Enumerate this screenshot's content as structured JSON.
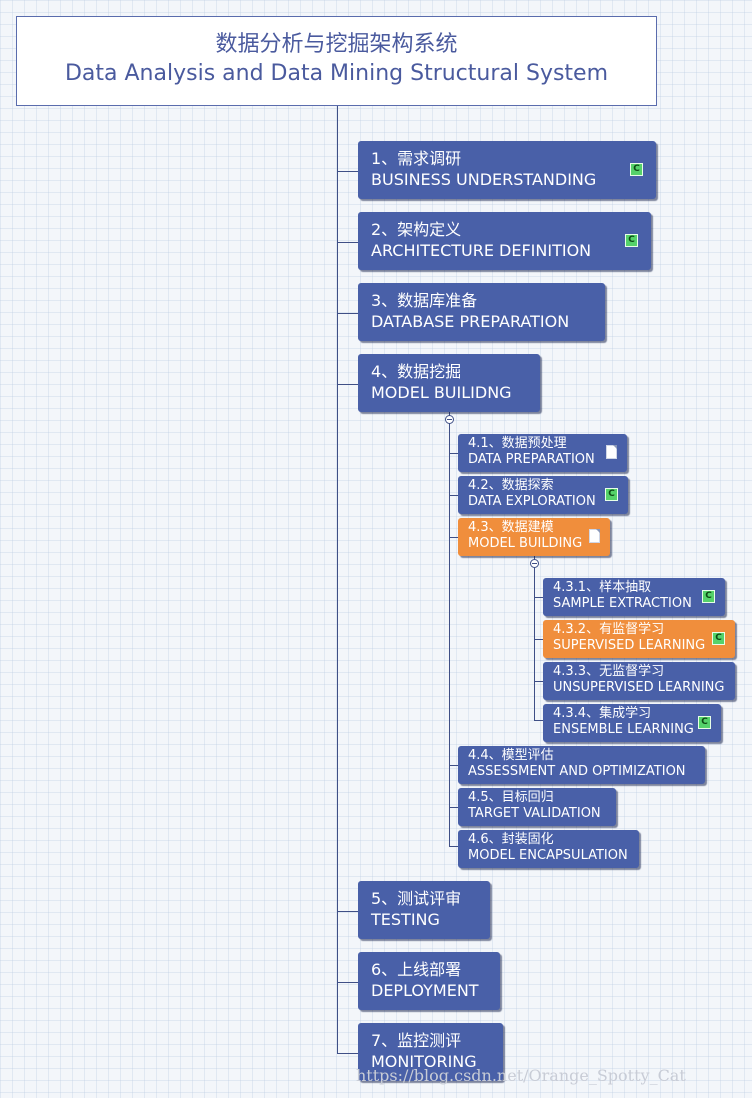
{
  "root": {
    "title_cn": "数据分析与挖掘架构系统",
    "title_en": "Data Analysis and Data Mining Structural System"
  },
  "nodes": [
    {
      "cn": "1、需求调研",
      "en": "BUSINESS UNDERSTANDING",
      "marker": "c-icon"
    },
    {
      "cn": "2、架构定义",
      "en": "ARCHITECTURE DEFINITION",
      "marker": "c-icon"
    },
    {
      "cn": "3、数据库准备",
      "en": "DATABASE PREPARATION",
      "marker": ""
    },
    {
      "cn": "4、数据挖掘",
      "en": "MODEL BUILIDNG",
      "marker": "",
      "children": [
        {
          "cn": "4.1、数据预处理",
          "en": "DATA PREPARATION",
          "marker": "document-icon"
        },
        {
          "cn": "4.2、数据探索",
          "en": "DATA EXPLORATION",
          "marker": "c-icon"
        },
        {
          "cn": "4.3、数据建模",
          "en": "MODEL BUILDING",
          "marker": "document-icon",
          "highlight": "#f08e3c",
          "children": [
            {
              "cn": "4.3.1、样本抽取",
              "en": "SAMPLE EXTRACTION",
              "marker": "c-icon"
            },
            {
              "cn": "4.3.2、有监督学习",
              "en": "SUPERVISED LEARNING",
              "marker": "c-icon",
              "highlight": "#f08e3c"
            },
            {
              "cn": "4.3.3、无监督学习",
              "en": "UNSUPERVISED LEARNING",
              "marker": ""
            },
            {
              "cn": "4.3.4、集成学习",
              "en": "ENSEMBLE LEARNING",
              "marker": "c-icon"
            }
          ]
        },
        {
          "cn": "4.4、模型评估",
          "en": "ASSESSMENT AND OPTIMIZATION",
          "marker": ""
        },
        {
          "cn": "4.5、目标回归",
          "en": "TARGET VALIDATION",
          "marker": ""
        },
        {
          "cn": "4.6、封装固化",
          "en": "MODEL ENCAPSULATION",
          "marker": ""
        }
      ]
    },
    {
      "cn": "5、测试评审",
      "en": "TESTING",
      "marker": ""
    },
    {
      "cn": "6、上线部署",
      "en": "DEPLOYMENT",
      "marker": ""
    },
    {
      "cn": "7、监控测评",
      "en": "MONITORING",
      "marker": ""
    }
  ],
  "marker_label": "C",
  "watermark": "https://blog.csdn.net/Orange_Spotty_Cat",
  "colors": {
    "node": "#4960a8",
    "highlight": "#f08e3c",
    "line": "#3f4f86"
  }
}
